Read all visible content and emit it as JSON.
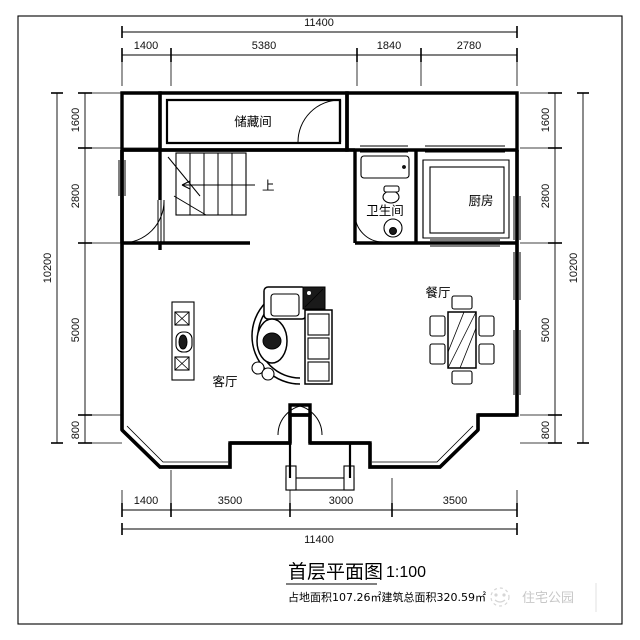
{
  "drawing": {
    "title": "首层平面图",
    "scale": "1:100",
    "note": "占地面积107.26㎡建筑总面积320.59㎡",
    "watermark": "住宅公园",
    "watermark_icon": "logo-mark-icon"
  },
  "dimensions": {
    "top": {
      "total": "11400",
      "segments": [
        "1400",
        "5380",
        "1840",
        "2780"
      ]
    },
    "bottom": {
      "total": "11400",
      "segments": [
        "1400",
        "3500",
        "3000",
        "3500"
      ]
    },
    "left": {
      "total": "10200",
      "segments": [
        "1600",
        "2800",
        "5000",
        "800"
      ]
    },
    "right": {
      "total": "10200",
      "segments": [
        "1600",
        "2800",
        "5000",
        "800"
      ]
    }
  },
  "rooms": [
    {
      "id": "storage",
      "label": "储藏间"
    },
    {
      "id": "bathroom",
      "label": "卫生间"
    },
    {
      "id": "kitchen",
      "label": "厨房"
    },
    {
      "id": "dining",
      "label": "餐厅"
    },
    {
      "id": "living",
      "label": "客厅"
    }
  ],
  "annotations": {
    "stair_direction": "上"
  },
  "colors": {
    "line": "#000000",
    "background": "#ffffff",
    "watermark": "#9a9a9a",
    "furniture_dark": "#1a1a1a"
  }
}
